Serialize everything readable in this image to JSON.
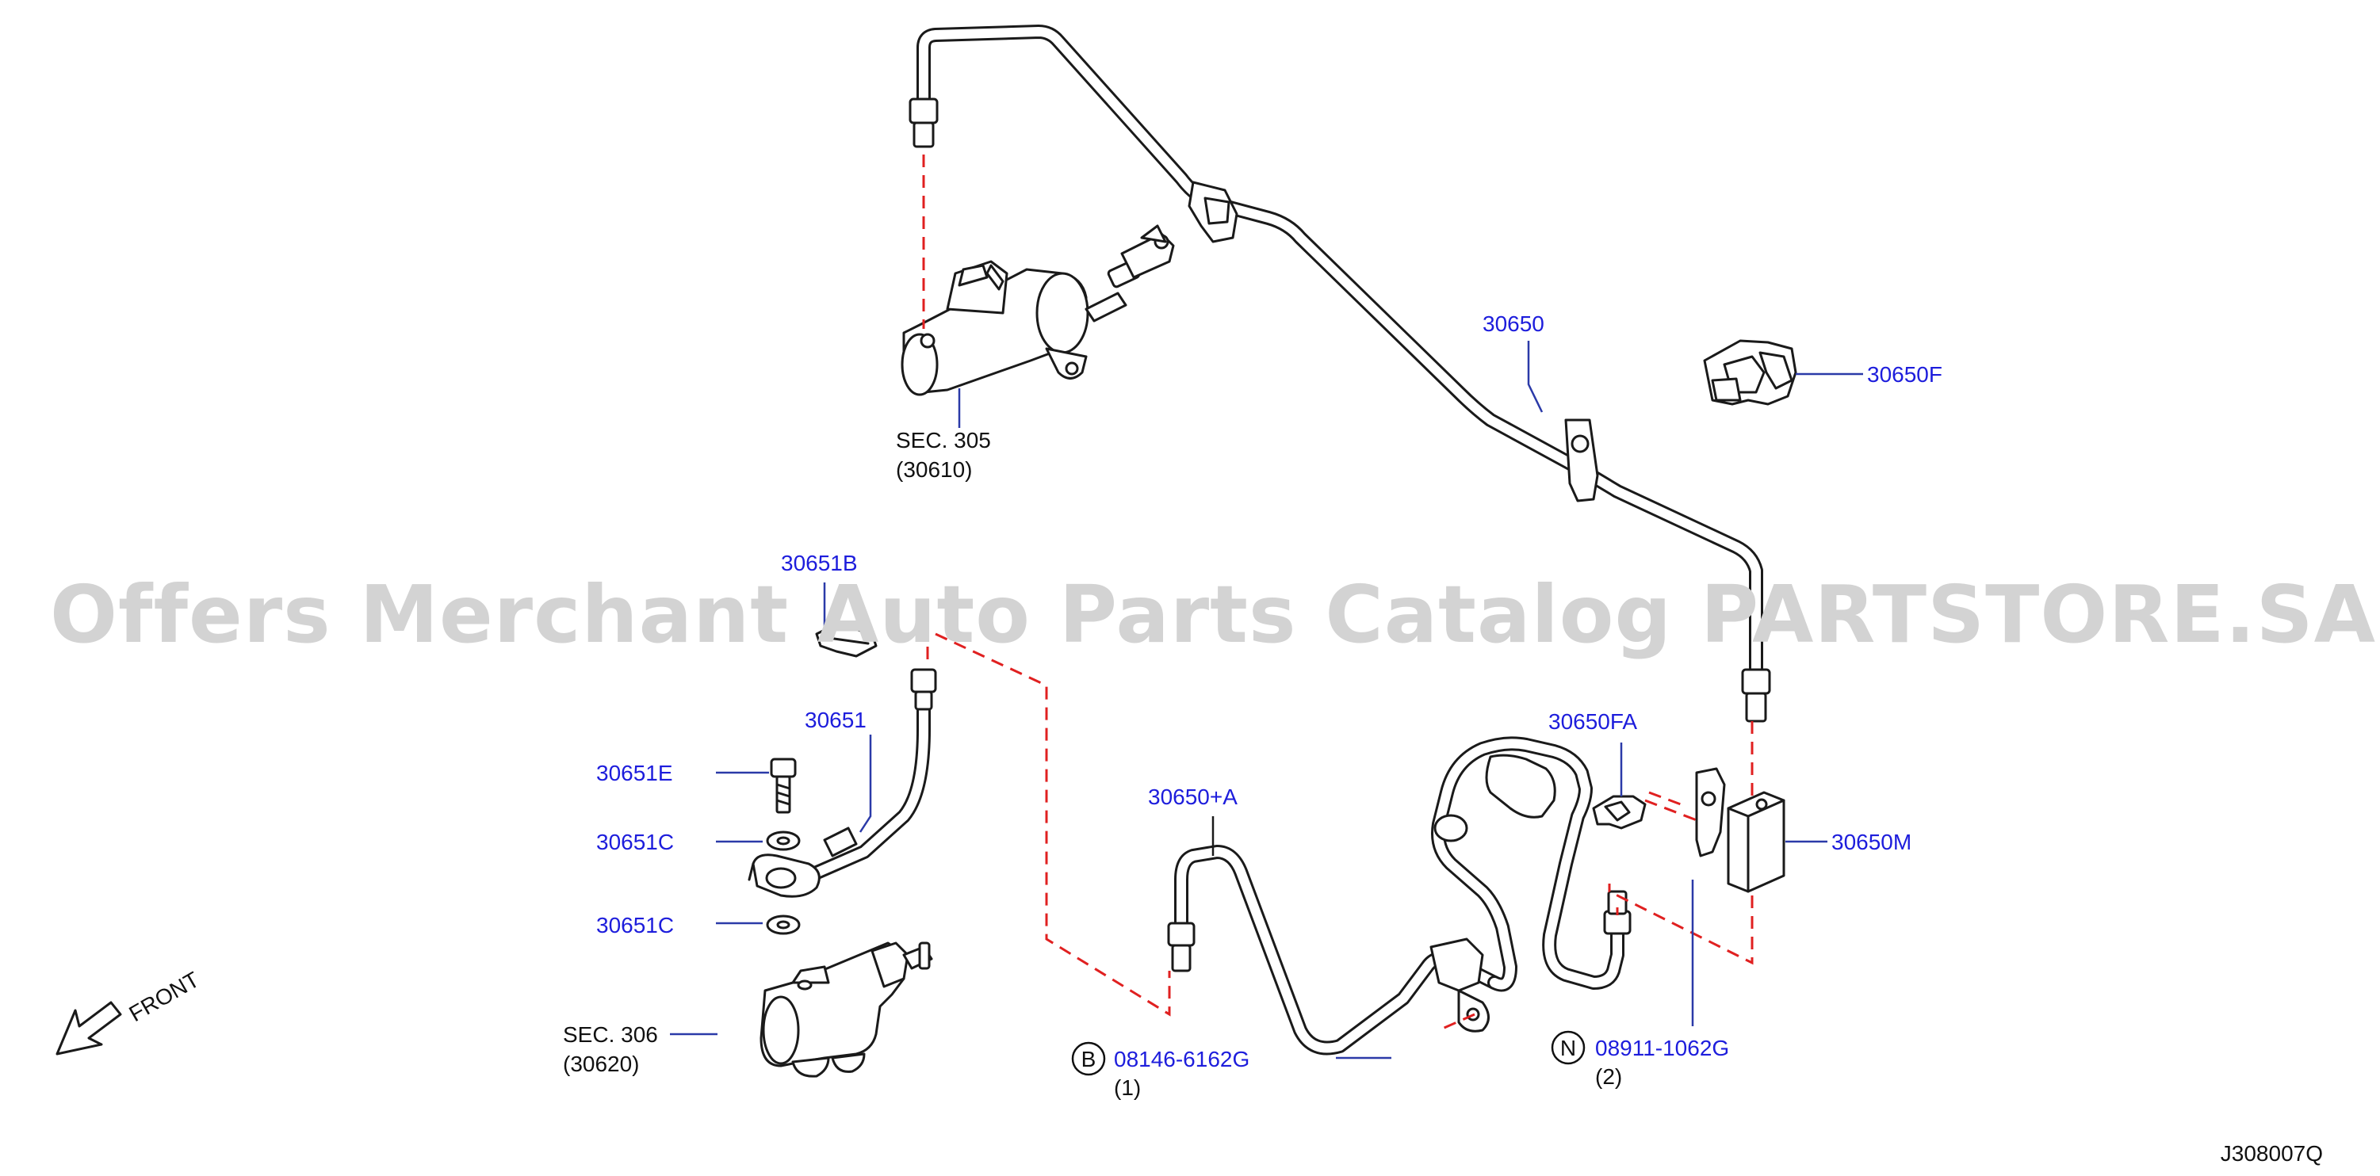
{
  "watermark": "Offers Merchant Auto Parts Catalog PARTSTORE.SA",
  "diagram_id": "J308007Q",
  "front_label": "FRONT",
  "labels": {
    "p30650": "30650",
    "p30650F": "30650F",
    "p30651B": "30651B",
    "p30651": "30651",
    "p30651E": "30651E",
    "p30651C_top": "30651C",
    "p30651C_bot": "30651C",
    "p30650A": "30650+A",
    "p30650FA": "30650FA",
    "p30650M": "30650M",
    "sec305_line1": "SEC.   305",
    "sec305_line2": "(30610)",
    "sec306_line1": "SEC.   306",
    "sec306_line2": "(30620)"
  },
  "fasteners": [
    {
      "symbol": "B",
      "part": "08146-6162G",
      "qty": "(1)"
    },
    {
      "symbol": "N",
      "part": "08911-1062G",
      "qty": "(2)"
    }
  ],
  "colors": {
    "label": "#1d1ddc",
    "dash": "#e02020",
    "line": "#1a1a1a",
    "watermark": "#d3d3d3"
  }
}
